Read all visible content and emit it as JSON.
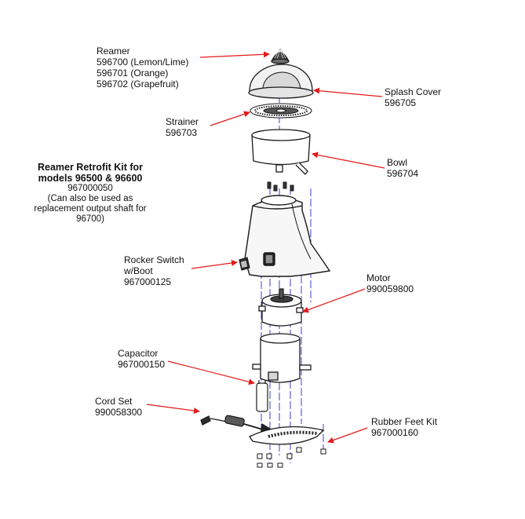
{
  "reamer": {
    "title": "Reamer",
    "lines": [
      "596700 (Lemon/Lime)",
      "596701 (Orange)",
      "596702 (Grapefruit)"
    ]
  },
  "splash_cover": {
    "title": "Splash Cover",
    "part": "596705"
  },
  "strainer": {
    "title": "Strainer",
    "part": "596703"
  },
  "bowl": {
    "title": "Bowl",
    "part": "596704"
  },
  "retrofit_kit": {
    "title_line1": "Reamer Retrofit Kit for",
    "title_line2": "models 96500 & 96600",
    "part": "967000050",
    "note_line1": "(Can also be used as",
    "note_line2": "replacement output shaft for",
    "note_line3": "96700)"
  },
  "rocker_switch": {
    "title": "Rocker Switch",
    "subtitle": "w/Boot",
    "part": "967000125"
  },
  "motor": {
    "title": "Motor",
    "part": "990059800"
  },
  "capacitor": {
    "title": "Capacitor",
    "part": "967000150"
  },
  "cord_set": {
    "title": "Cord Set",
    "part": "990058300"
  },
  "rubber_feet": {
    "title": "Rubber Feet Kit",
    "part": "967000160"
  },
  "colors": {
    "arrow": "#e21b1b",
    "axis": "#2b2bd6",
    "line": "#1a1a1a"
  }
}
